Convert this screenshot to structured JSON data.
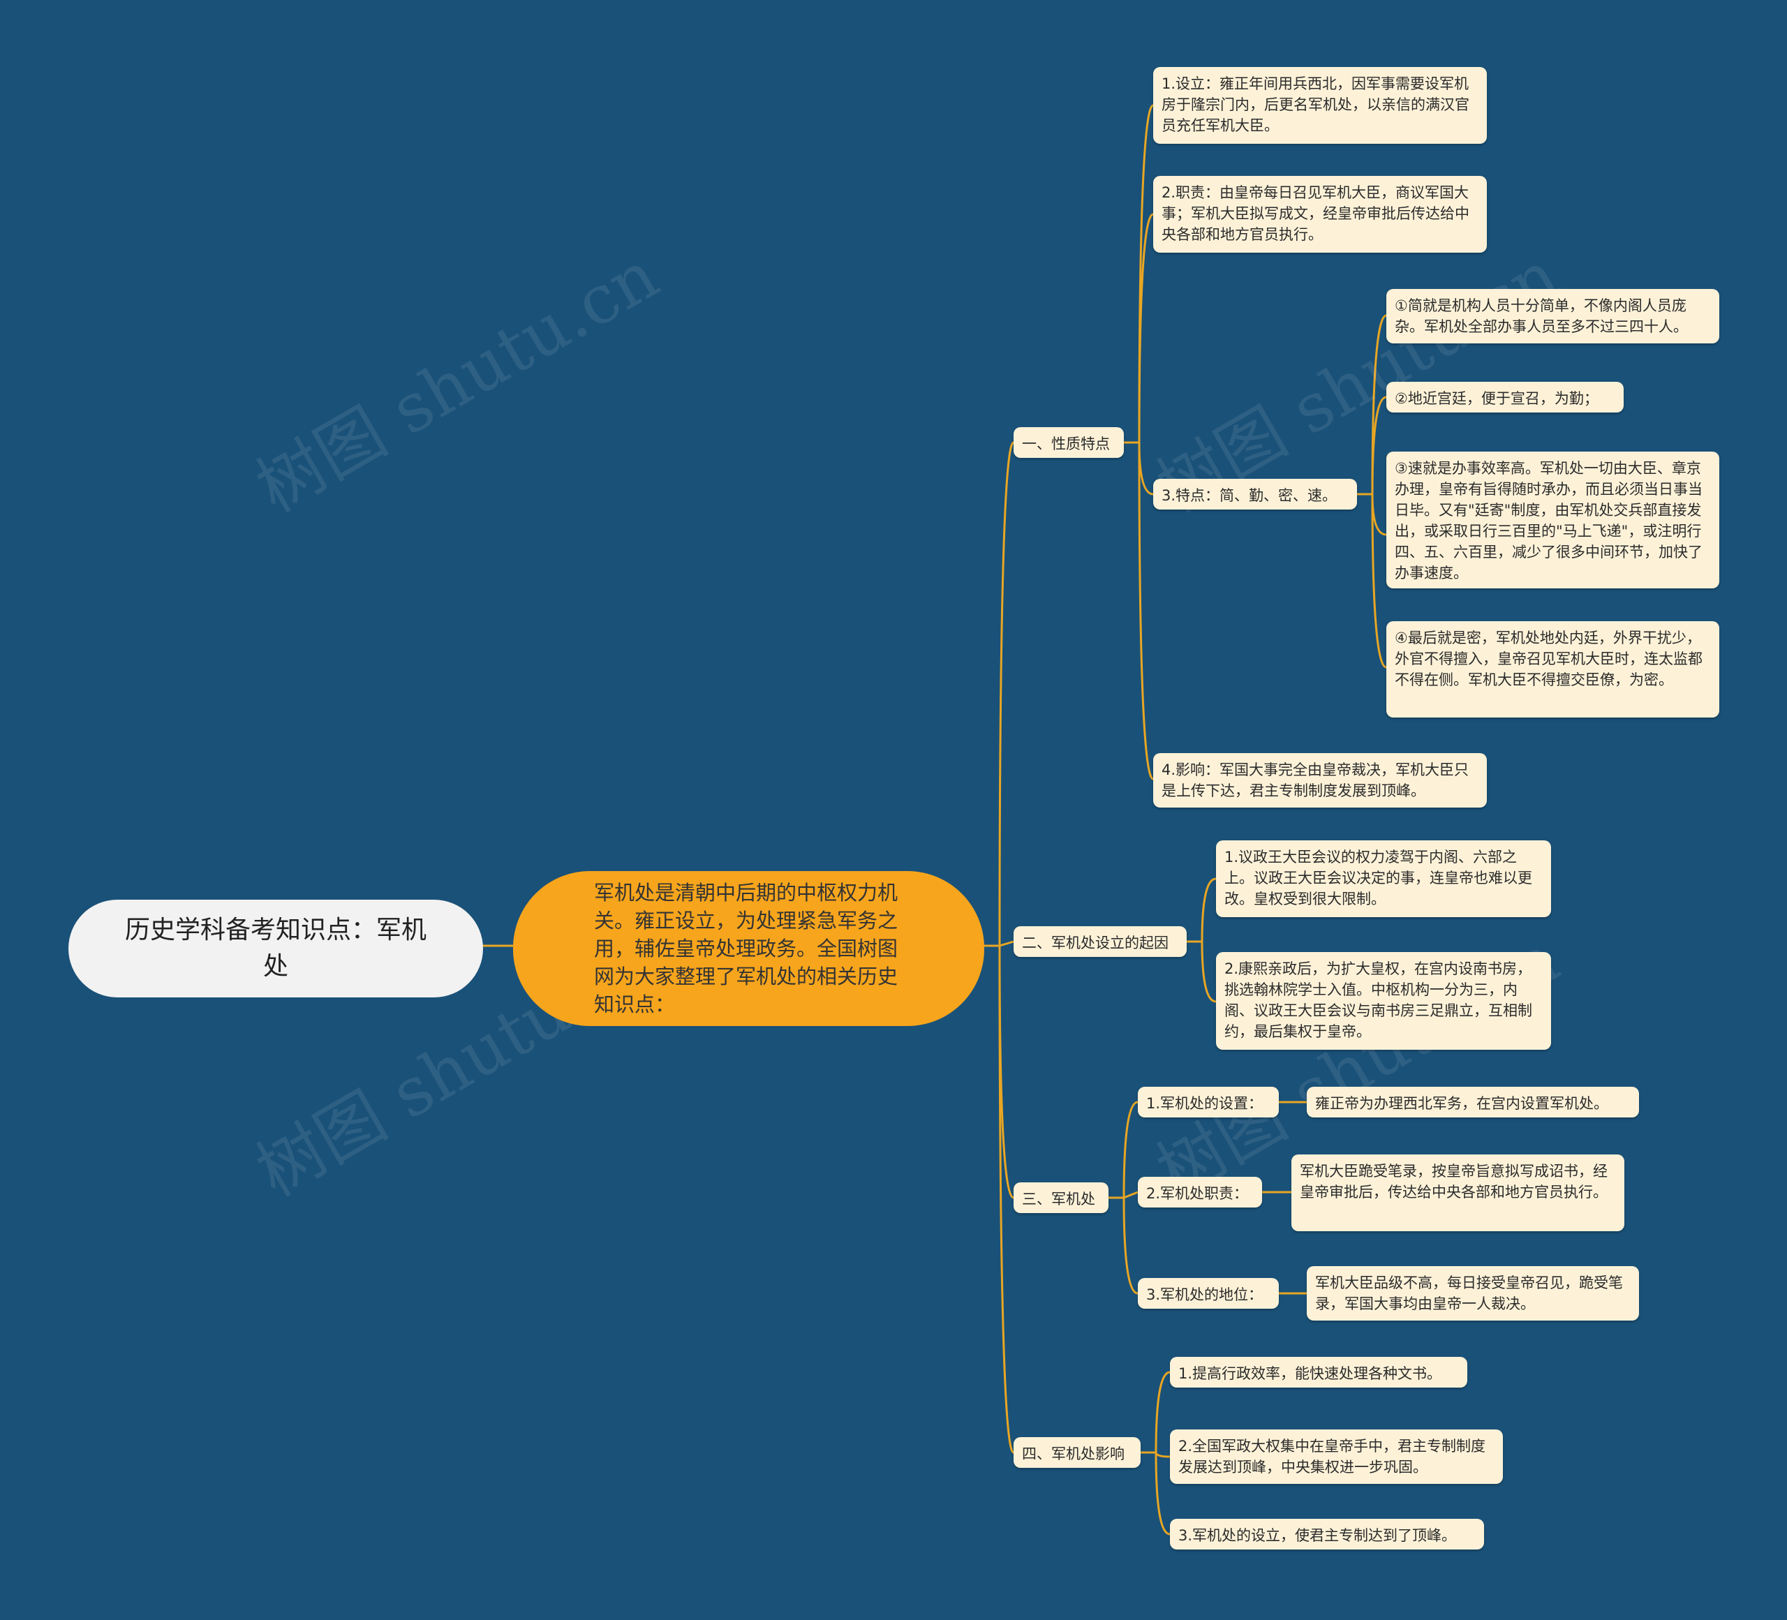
{
  "root": {
    "title": "历史学科备考知识点：军机处"
  },
  "intro": {
    "text": "军机处是清朝中后期的中枢权力机关。雍正设立，为处理紧急军务之用，辅佐皇帝处理政务。全国树图网为大家整理了军机处的相关历史知识点："
  },
  "branches": [
    {
      "label": "一、性质特点",
      "children": [
        {
          "text": "1.设立：雍正年间用兵西北，因军事需要设军机房于隆宗门内，后更名军机处，以亲信的满汉官员充任军机大臣。"
        },
        {
          "text": "2.职责：由皇帝每日召见军机大臣，商议军国大事；军机大臣拟写成文，经皇帝审批后传达给中央各部和地方官员执行。"
        },
        {
          "text": "3.特点：简、勤、密、速。",
          "children": [
            {
              "text": "①简就是机构人员十分简单，不像内阁人员庞杂。军机处全部办事人员至多不过三四十人。"
            },
            {
              "text": "②地近宫廷，便于宣召，为勤；"
            },
            {
              "text": "③速就是办事效率高。军机处一切由大臣、章京办理，皇帝有旨得随时承办，而且必须当日事当日毕。又有\"廷寄\"制度，由军机处交兵部直接发出，或采取日行三百里的\"马上飞递\"，或注明行四、五、六百里，减少了很多中间环节，加快了办事速度。"
            },
            {
              "text": "④最后就是密，军机处地处内廷，外界干扰少，外官不得擅入，皇帝召见军机大臣时，连太监都不得在侧。军机大臣不得擅交臣僚，为密。"
            }
          ]
        },
        {
          "text": "4.影响：军国大事完全由皇帝裁决，军机大臣只是上传下达，君主专制制度发展到顶峰。"
        }
      ]
    },
    {
      "label": "二、军机处设立的起因",
      "children": [
        {
          "text": "1.议政王大臣会议的权力凌驾于内阁、六部之上。议政王大臣会议决定的事，连皇帝也难以更改。皇权受到很大限制。"
        },
        {
          "text": "2.康熙亲政后，为扩大皇权，在宫内设南书房，挑选翰林院学士入值。中枢机构一分为三，内阁、议政王大臣会议与南书房三足鼎立，互相制约，最后集权于皇帝。"
        }
      ]
    },
    {
      "label": "三、军机处",
      "children": [
        {
          "text": "1.军机处的设置：",
          "children": [
            {
              "text": "雍正帝为办理西北军务，在宫内设置军机处。"
            }
          ]
        },
        {
          "text": "2.军机处职责：",
          "children": [
            {
              "text": "军机大臣跪受笔录，按皇帝旨意拟写成诏书，经皇帝审批后，传达给中央各部和地方官员执行。"
            }
          ]
        },
        {
          "text": "3.军机处的地位：",
          "children": [
            {
              "text": "军机大臣品级不高，每日接受皇帝召见，跪受笔录，军国大事均由皇帝一人裁决。"
            }
          ]
        }
      ]
    },
    {
      "label": "四、军机处影响",
      "children": [
        {
          "text": "1.提高行政效率，能快速处理各种文书。"
        },
        {
          "text": "2.全国军政大权集中在皇帝手中，君主专制制度发展达到顶峰，中央集权进一步巩固。"
        },
        {
          "text": "3.军机处的设立，使君主专制达到了顶峰。"
        }
      ]
    }
  ],
  "watermark": {
    "text": "树图 shutu.cn"
  },
  "colors": {
    "background": "#1a5178",
    "connector": "#e8a623",
    "node": "#fdf2d8",
    "intro": "#f7a51c",
    "root": "#f2f2f2"
  }
}
